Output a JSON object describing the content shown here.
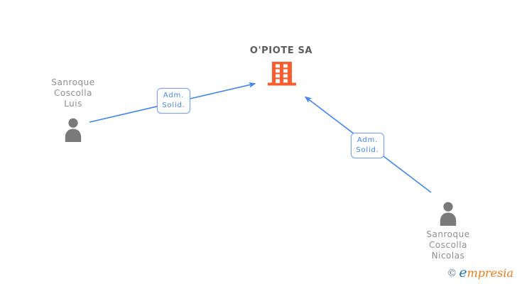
{
  "diagram": {
    "company": {
      "name": "O'PIOTE SA",
      "icon": "building-icon"
    },
    "persons": [
      {
        "id": "luis",
        "lines": [
          "Sanroque",
          "Coscolla",
          "Luis"
        ],
        "icon": "person-icon"
      },
      {
        "id": "nicolas",
        "lines": [
          "Sanroque",
          "Coscolla",
          "Nicolas"
        ],
        "icon": "person-icon"
      }
    ],
    "relations": [
      {
        "from": "Sanroque Coscolla Luis",
        "to": "O'PIOTE SA",
        "label_lines": [
          "Adm.",
          "Solid."
        ]
      },
      {
        "from": "Sanroque Coscolla Nicolas",
        "to": "O'PIOTE SA",
        "label_lines": [
          "Adm.",
          "Solid."
        ]
      }
    ],
    "colors": {
      "arrow_blue": "#4285f4",
      "label_border_blue": "#79a3f3",
      "building_orange": "#fb5d2e",
      "person_gray": "#7a7a7a",
      "name_gray": "#8f8f8f",
      "title_gray": "#5c5c5c"
    }
  },
  "watermark": {
    "symbol": "©",
    "brand_initial": "e",
    "brand_rest": "mpresia"
  }
}
